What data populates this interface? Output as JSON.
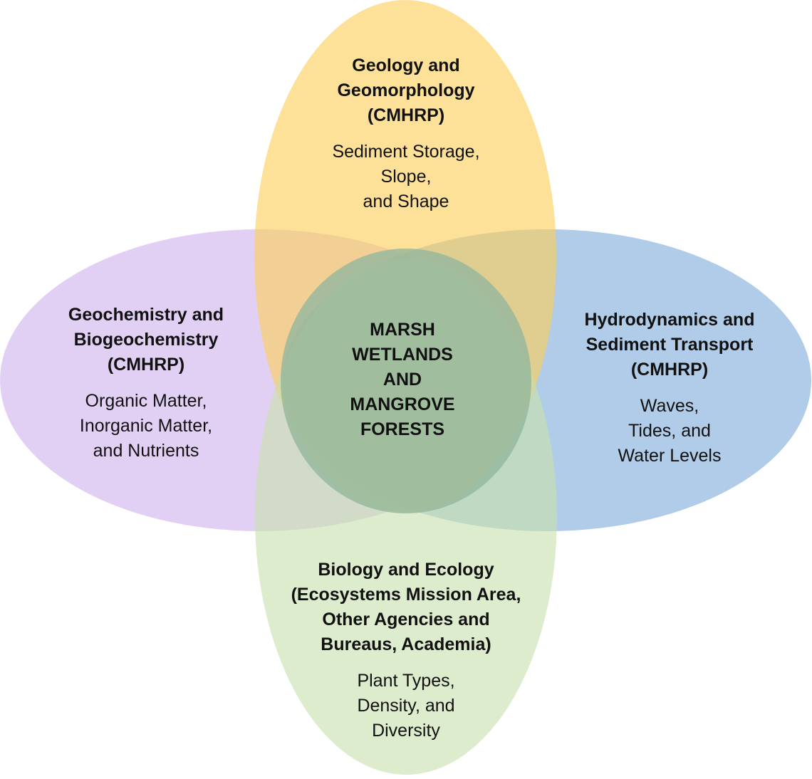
{
  "colors": {
    "geology": "#FBCF59",
    "geochemistry": "#D8C0F0",
    "hydrodynamics": "#92B9DF",
    "biology": "#C8E0AC",
    "center": "#93B69E"
  },
  "ellipses": {
    "top": {
      "title_lines": [
        "Geology and",
        "Geomorphology",
        "(CMHRP)"
      ],
      "desc_lines": [
        "Sediment Storage,",
        "Slope,",
        "and Shape"
      ]
    },
    "left": {
      "title_lines": [
        "Geochemistry and",
        "Biogeochemistry",
        "(CMHRP)"
      ],
      "desc_lines": [
        "Organic Matter,",
        "Inorganic Matter,",
        "and Nutrients"
      ]
    },
    "right": {
      "title_lines": [
        "Hydrodynamics and",
        "Sediment Transport",
        "(CMHRP)"
      ],
      "desc_lines": [
        "Waves,",
        "Tides, and",
        "Water Levels"
      ]
    },
    "bottom": {
      "title_lines": [
        "Biology and Ecology",
        "(Ecosystems Mission Area,",
        "Other Agencies and",
        "Bureaus, Academia)"
      ],
      "desc_lines": [
        "Plant Types,",
        "Density, and",
        "Diversity"
      ]
    }
  },
  "center": {
    "title_lines": [
      "MARSH",
      "WETLANDS",
      "AND",
      "MANGROVE",
      "FORESTS"
    ]
  }
}
